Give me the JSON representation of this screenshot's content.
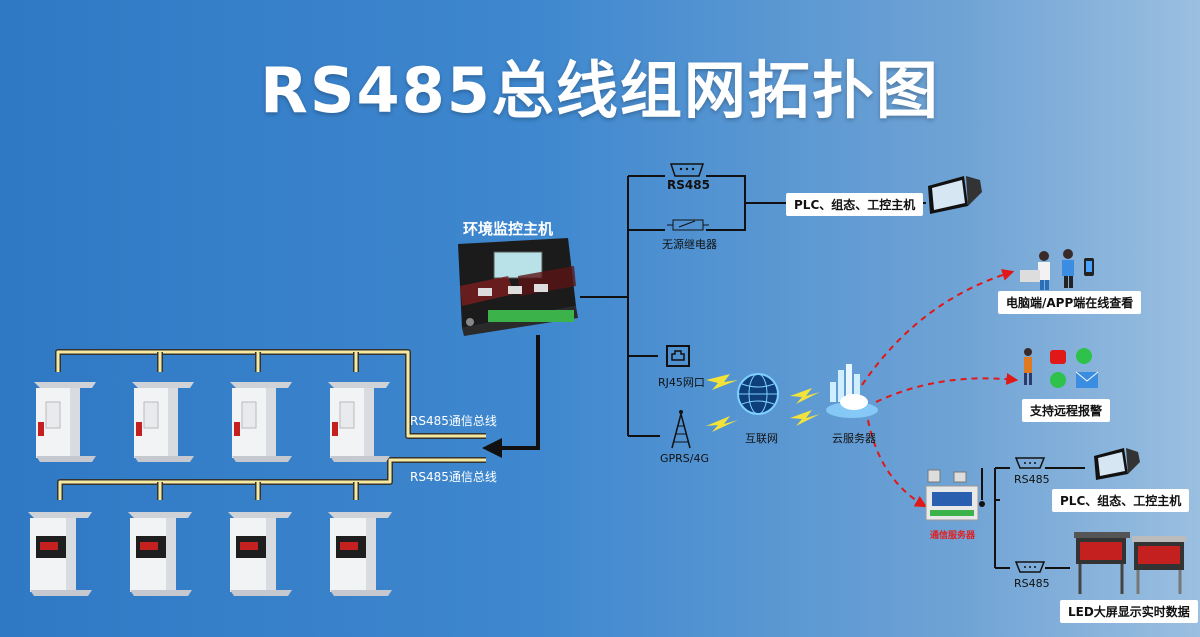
{
  "title": "RS485总线组网拓扑图",
  "host": {
    "label": "环境监控主机"
  },
  "outputs": {
    "rs485_top": "RS485",
    "relay": "无源继电器",
    "plc_top": "PLC、组态、工控主机",
    "rj45": "RJ45网口",
    "gprs": "GPRS/4G",
    "internet": "互联网",
    "cloud": "云服务器"
  },
  "remote": {
    "view": "电脑端/APP端在线查看",
    "alarm": "支持远程报警"
  },
  "comm_server": {
    "label": "通信服务器",
    "rs485_a": "RS485",
    "plc": "PLC、组态、工控主机",
    "rs485_b": "RS485",
    "led": "LED大屏显示实时数据"
  },
  "bus": {
    "label_top": "RS485通信总线",
    "label_bottom": "RS485通信总线"
  },
  "colors": {
    "bg_left": "#2f78c4",
    "bg_right": "#9bbfe0",
    "bus_yellow": "#f5e9a0",
    "remote_dash": "#e01818"
  }
}
